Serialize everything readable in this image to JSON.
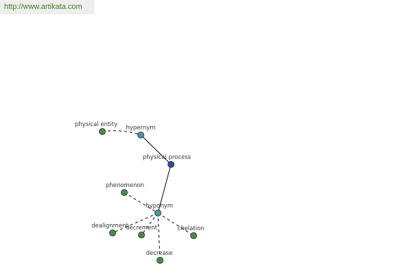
{
  "header": {
    "url": "http://www.artikata.com"
  },
  "colors": {
    "leaf": "#4e8a4e",
    "relation": "#4a9a9a",
    "center": "#3a4aa0",
    "edge": "#000000",
    "url_text": "#4a7a1e",
    "url_bg": "#eeeeee"
  },
  "graph": {
    "nodes": [
      {
        "id": "physical-entity",
        "label": "physical entity",
        "kind": "leaf"
      },
      {
        "id": "hypernym",
        "label": "hypernym",
        "kind": "relation"
      },
      {
        "id": "physical-process",
        "label": "physical process",
        "kind": "center"
      },
      {
        "id": "phenomenon",
        "label": "phenomenon",
        "kind": "leaf"
      },
      {
        "id": "hyponym",
        "label": "hyponym",
        "kind": "relation"
      },
      {
        "id": "dealignment",
        "label": "dealignment",
        "kind": "leaf"
      },
      {
        "id": "decrement",
        "label": "decrement",
        "kind": "leaf"
      },
      {
        "id": "chelation",
        "label": "chelation",
        "kind": "leaf"
      },
      {
        "id": "decrease",
        "label": "decrease",
        "kind": "leaf"
      }
    ],
    "edges": [
      {
        "from": "physical-entity",
        "to": "hypernym",
        "style": "dashed"
      },
      {
        "from": "hypernym",
        "to": "physical-process",
        "style": "solid"
      },
      {
        "from": "physical-process",
        "to": "hyponym",
        "style": "solid"
      },
      {
        "from": "phenomenon",
        "to": "hyponym",
        "style": "dashed"
      },
      {
        "from": "hyponym",
        "to": "dealignment",
        "style": "dashed"
      },
      {
        "from": "hyponym",
        "to": "decrement",
        "style": "dashed"
      },
      {
        "from": "hyponym",
        "to": "chelation",
        "style": "dashed"
      },
      {
        "from": "hyponym",
        "to": "decrease",
        "style": "dashed"
      }
    ]
  }
}
